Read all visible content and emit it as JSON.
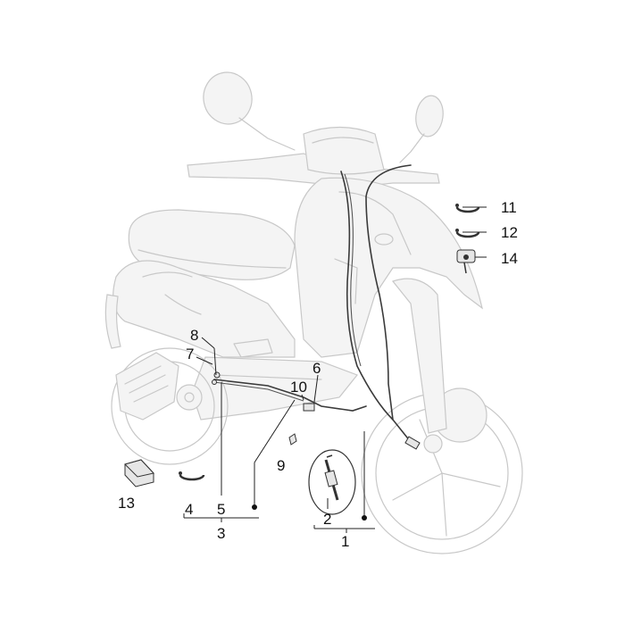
{
  "callouts": {
    "c1": "1",
    "c2": "2",
    "c3": "3",
    "c4": "4",
    "c5": "5",
    "c6": "6",
    "c7": "7",
    "c8": "8",
    "c9": "9",
    "c10": "10",
    "c11": "11",
    "c12": "12",
    "c13": "13",
    "c14": "14"
  },
  "colors": {
    "outline": "#c8c8c8",
    "cable": "#3a3a3a",
    "label": "#111111"
  }
}
